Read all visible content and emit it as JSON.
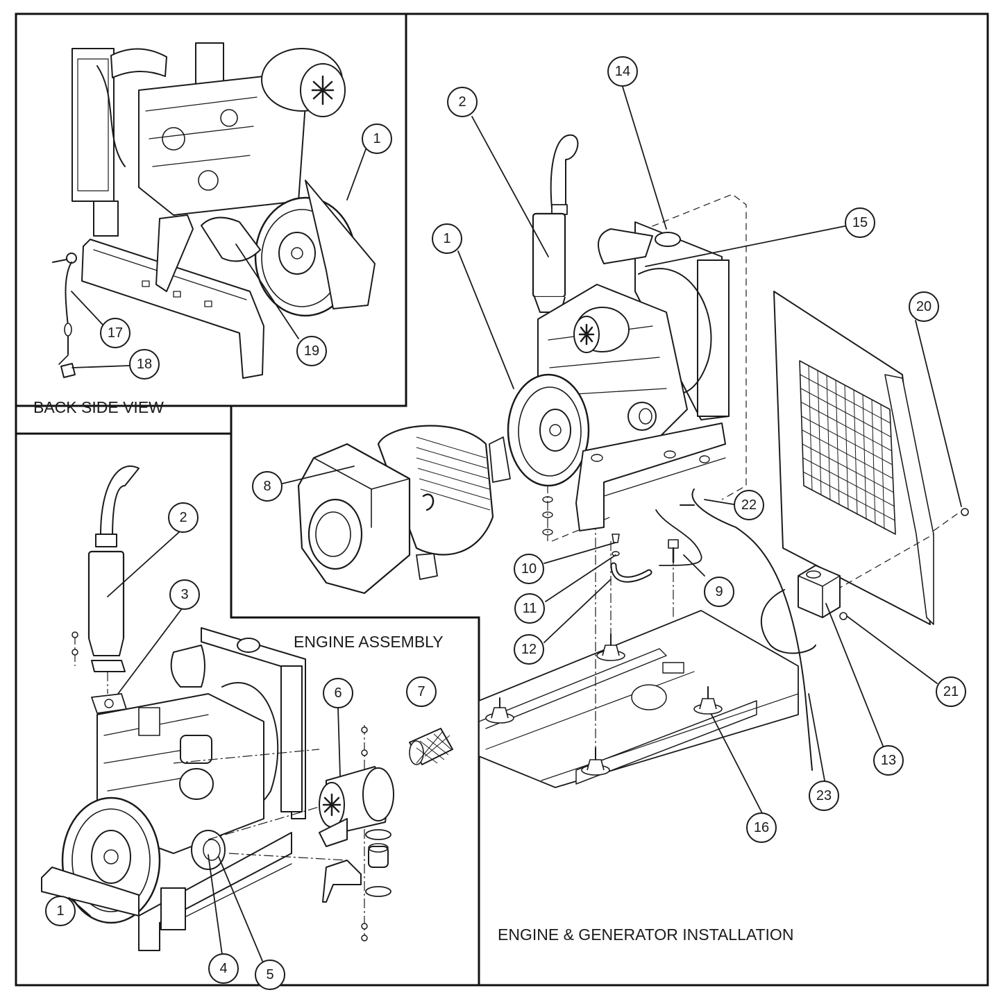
{
  "panels": {
    "back_side_view": "BACK SIDE VIEW",
    "engine_assembly": "ENGINE ASSEMBLY",
    "engine_generator_installation": "ENGINE & GENERATOR INSTALLATION"
  },
  "callouts": {
    "back_1": "1",
    "back_17": "17",
    "back_18": "18",
    "back_19": "19",
    "asm_1": "1",
    "asm_2": "2",
    "asm_3": "3",
    "asm_4": "4",
    "asm_5": "5",
    "asm_6": "6",
    "asm_7": "7",
    "inst_1": "1",
    "inst_2": "2",
    "inst_8": "8",
    "inst_9": "9",
    "inst_10": "10",
    "inst_11": "11",
    "inst_12": "12",
    "inst_13": "13",
    "inst_14": "14",
    "inst_15": "15",
    "inst_16": "16",
    "inst_20": "20",
    "inst_21": "21",
    "inst_22": "22",
    "inst_23": "23"
  },
  "icons": {
    "engine": "engine-illustration",
    "generator": "generator-illustration",
    "muffler": "muffler-illustration",
    "air_filter": "air-filter-illustration",
    "grille_panel": "grille-panel-illustration",
    "base_frame": "base-frame-illustration",
    "coolant_tank": "coolant-tank-illustration"
  }
}
